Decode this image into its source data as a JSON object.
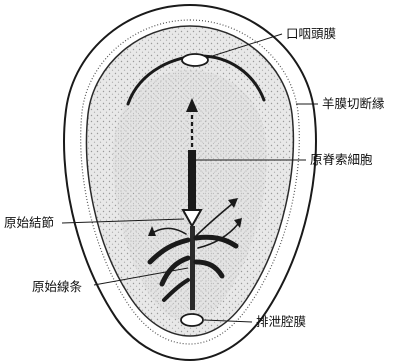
{
  "labels": {
    "oropharyngeal_membrane": "口咽頭膜",
    "amnion_cut_edge": "羊膜切断縁",
    "notochordal_process": "原脊索細胞",
    "primitive_node": "原始結節",
    "primitive_streak": "原始線条",
    "cloacal_membrane": "排泄腔膜"
  },
  "colors": {
    "ink": "#1a1a1a",
    "paper": "#ffffff",
    "disc_fill": "#e6e6e6"
  }
}
